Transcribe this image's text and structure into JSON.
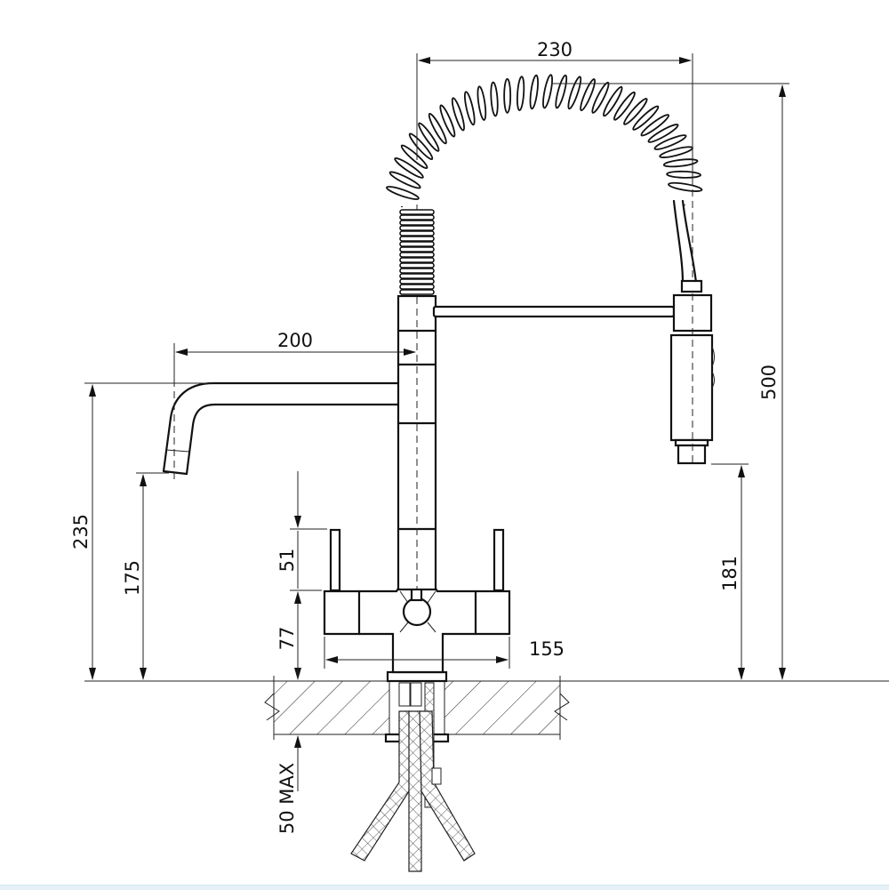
{
  "drawing": {
    "subject": "Kitchen mixer tap with pull-down spring spray and separate filtered water spout",
    "units": "mm",
    "colors": {
      "line": "#111111",
      "background": "#ffffff",
      "footer_bar": "#e6f1f7"
    }
  },
  "dimensions": {
    "spring_spout_reach": "230",
    "filter_spout_reach": "200",
    "overall_height": "500",
    "filter_spout_height": "235",
    "filter_outlet_height": "175",
    "spray_outlet_height": "181",
    "lever_height": "51",
    "body_height": "77",
    "body_width": "155",
    "max_worktop_thickness": "50 MAX"
  }
}
